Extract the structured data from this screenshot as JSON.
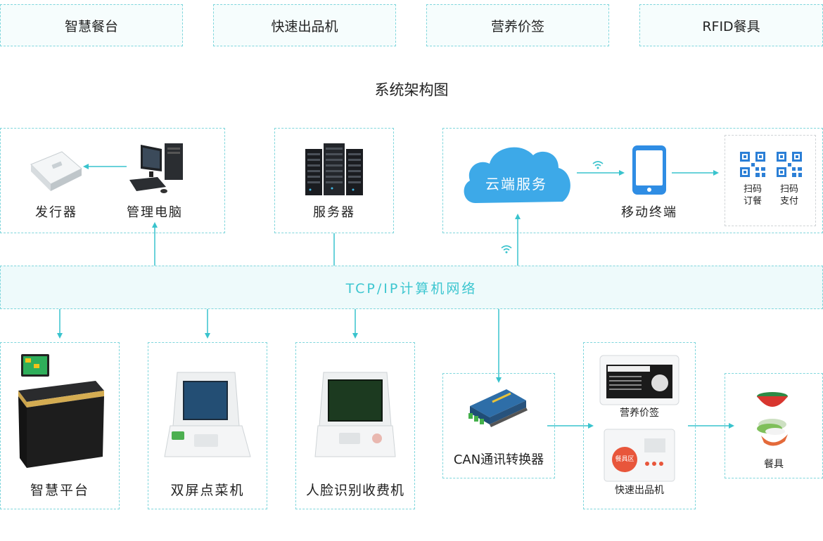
{
  "tabs": [
    "智慧餐台",
    "快速出品机",
    "营养价签",
    "RFID餐具"
  ],
  "title": "系统架构图",
  "top": {
    "issuer": "发行器",
    "pc": "管理电脑",
    "server": "服务器",
    "cloud": "云端服务",
    "mobile": "移动终端",
    "scan_order": [
      "扫码",
      "订餐"
    ],
    "scan_pay": [
      "扫码",
      "支付"
    ]
  },
  "network": "TCP/IP计算机网络",
  "bottom": {
    "platform": "智慧平台",
    "dual_screen": "双屏点菜机",
    "face_pay": "人脸识别收费机",
    "can": "CAN通讯转换器",
    "price_tag": "营养价签",
    "dispenser": "快速出品机",
    "tableware": "餐具",
    "dispenser_logo": "餐具区"
  },
  "colors": {
    "accent": "#39c3cd",
    "cloud": "#3da9e8",
    "qr": "#2b7fd6",
    "phone": "#2f8de4"
  }
}
